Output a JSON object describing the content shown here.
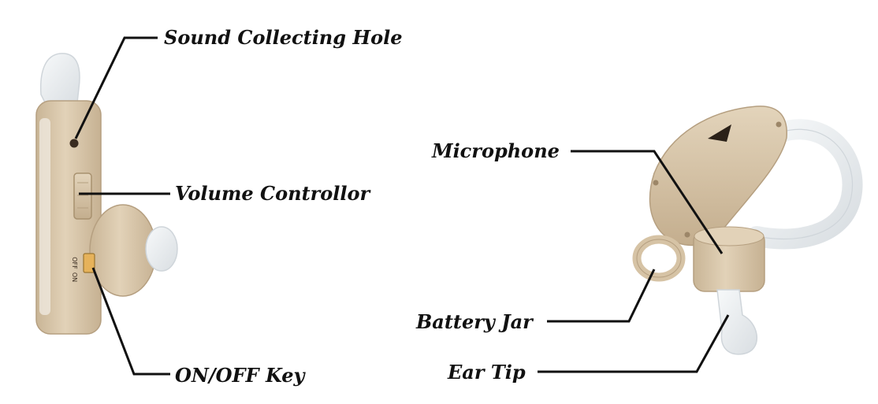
{
  "labels": {
    "sound_collecting_hole": "Sound Collecting Hole",
    "volume_controllor": "Volume Controllor",
    "on_off_key": "ON/OFF Key",
    "microphone": "Microphone",
    "battery_jar": "Battery Jar",
    "ear_tip": "Ear Tip"
  },
  "switch_text": {
    "off": "OFF",
    "on": "ON"
  },
  "colors": {
    "body_beige": "#d9c7ac",
    "body_shadow": "#bfa98a",
    "tube_clear": "#eef1f3",
    "leader_line": "#111111"
  }
}
